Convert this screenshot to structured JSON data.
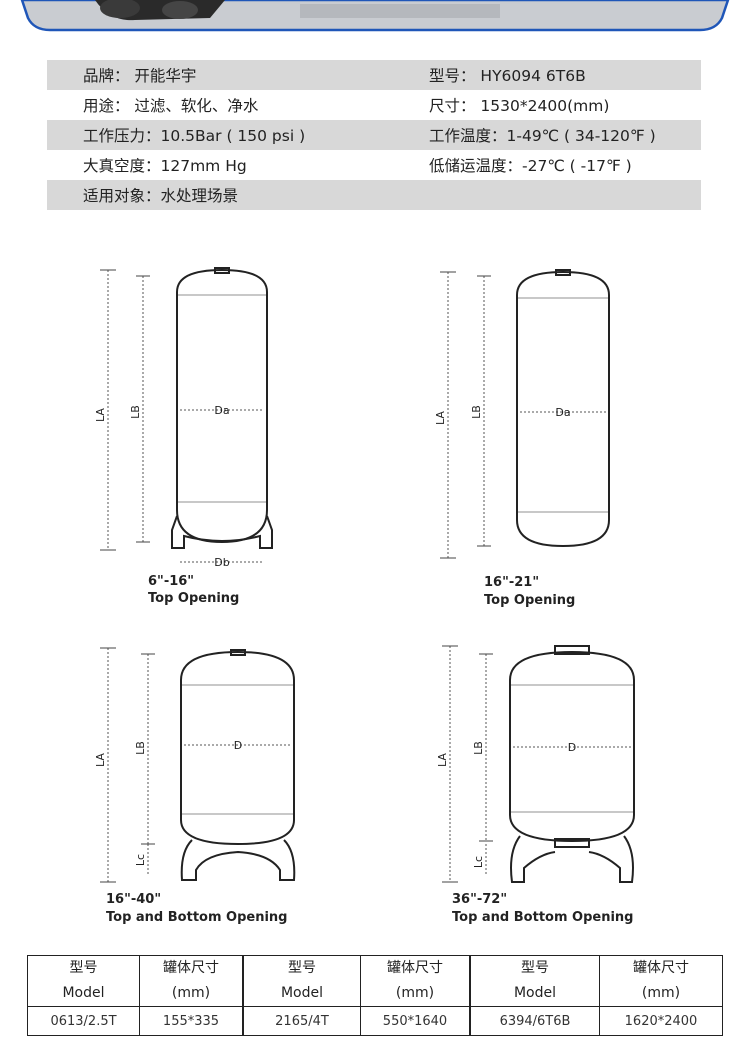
{
  "specs": {
    "rows": [
      {
        "left": "品牌：  开能华宇",
        "right": "型号：  HY6094 6T6B"
      },
      {
        "left": "用途：  过滤、软化、净水",
        "right": "尺寸：  1530*2400(mm)"
      },
      {
        "left": "工作压力：10.5Bar ( 150 psi )",
        "right": "工作温度：1-49℃ ( 34-120℉ )"
      },
      {
        "left": "大真空度：127mm Hg",
        "right": "低储运温度：-27℃ ( -17℉ )"
      },
      {
        "left": "适用对象：水处理场景",
        "right": ""
      }
    ]
  },
  "diagrams": [
    {
      "caption1": "6\"-16\"",
      "caption2": "Top Opening",
      "la": "LA",
      "lb": "LB",
      "da": "Da",
      "db": "Db"
    },
    {
      "caption1": "16\"-21\"",
      "caption2": "Top Opening",
      "la": "LA",
      "lb": "LB",
      "da": "Da"
    },
    {
      "caption1": "16\"-40\"",
      "caption2": "Top and Bottom Opening",
      "la": "LA",
      "lb": "LB",
      "d": "D",
      "lc": "Lc"
    },
    {
      "caption1": "36\"-72\"",
      "caption2": "Top and Bottom Opening",
      "la": "LA",
      "lb": "LB",
      "d": "D",
      "lc": "Lc"
    }
  ],
  "table": {
    "header_cn": "型号",
    "header_en": "Model",
    "size_cn": "罐体尺寸",
    "size_unit": "(mm)",
    "rows": [
      [
        "0613/2.5T",
        "155*335",
        "2165/4T",
        "550*1640",
        "6394/6T6B",
        "1620*2400"
      ]
    ]
  }
}
